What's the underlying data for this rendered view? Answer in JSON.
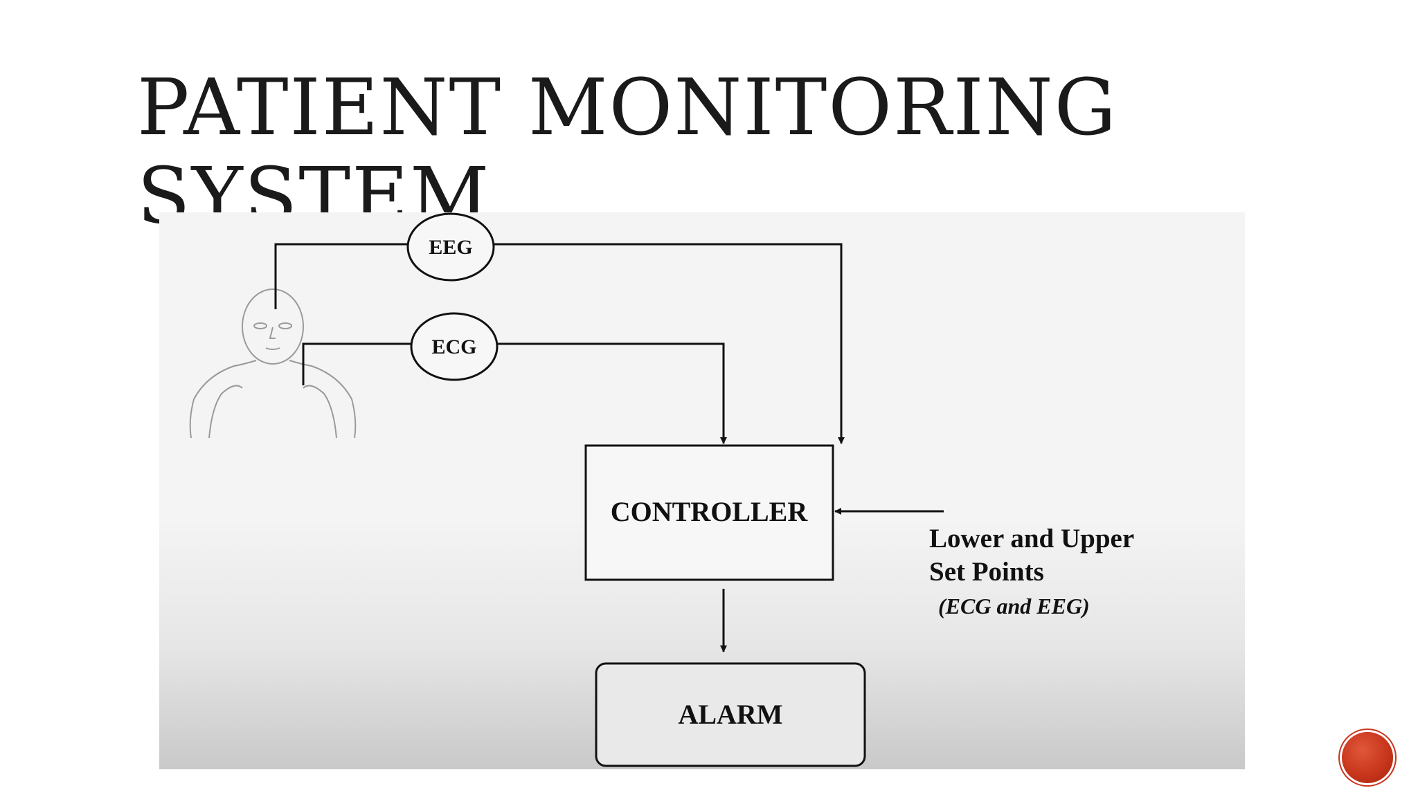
{
  "slide": {
    "title": "PATIENT MONITORING SYSTEM"
  },
  "diagram": {
    "nodes": {
      "eeg": "EEG",
      "ecg": "ECG",
      "controller": "CONTROLLER",
      "alarm": "ALARM"
    },
    "setpoints": {
      "line1": "Lower and Upper",
      "line2": "Set Points",
      "note": "(ECG and EEG)"
    }
  },
  "colors": {
    "ink": "#1a1a1a",
    "accent": "#c8361c"
  },
  "icons": {
    "patient": "person-outline-icon",
    "nav": "next-slide-button"
  }
}
